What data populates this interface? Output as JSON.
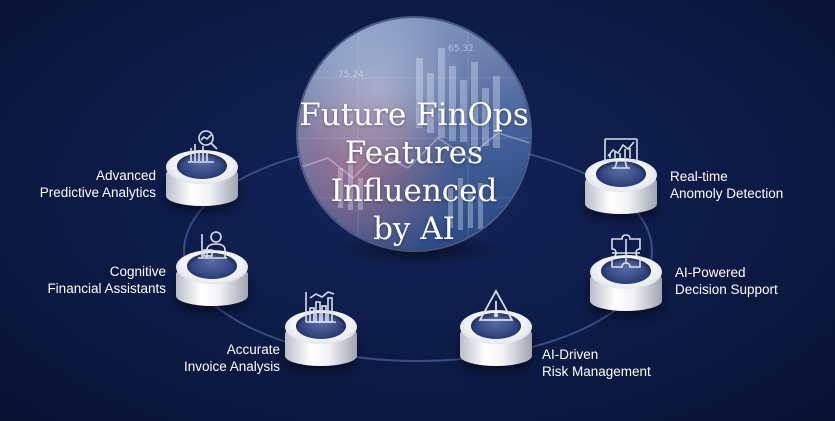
{
  "center": {
    "title_lines": [
      "Future FinOps",
      "Features",
      "Influenced",
      "by AI"
    ],
    "background_numbers": [
      "65.32",
      "75.24"
    ]
  },
  "features": [
    {
      "lines": [
        "Advanced",
        "Predictive Analytics"
      ],
      "icon": "analytics-magnifier-icon"
    },
    {
      "lines": [
        "Cognitive",
        "Financial Assistants"
      ],
      "icon": "assistant-person-icon"
    },
    {
      "lines": [
        "Accurate",
        "Invoice Analysis"
      ],
      "icon": "bar-chart-icon"
    },
    {
      "lines": [
        "AI-Driven",
        "Risk Management"
      ],
      "icon": "warning-triangle-icon"
    },
    {
      "lines": [
        "AI-Powered",
        "Decision Support"
      ],
      "icon": "puzzle-icon"
    },
    {
      "lines": [
        "Real-time",
        "Anomoly Detection"
      ],
      "icon": "monitor-chart-icon"
    }
  ],
  "colors": {
    "background": "#0c1a45",
    "ring": "#3a4d86",
    "disc_inner": "#2c3f7a",
    "icon_stroke": "#d8def0",
    "text": "#ffffff"
  }
}
